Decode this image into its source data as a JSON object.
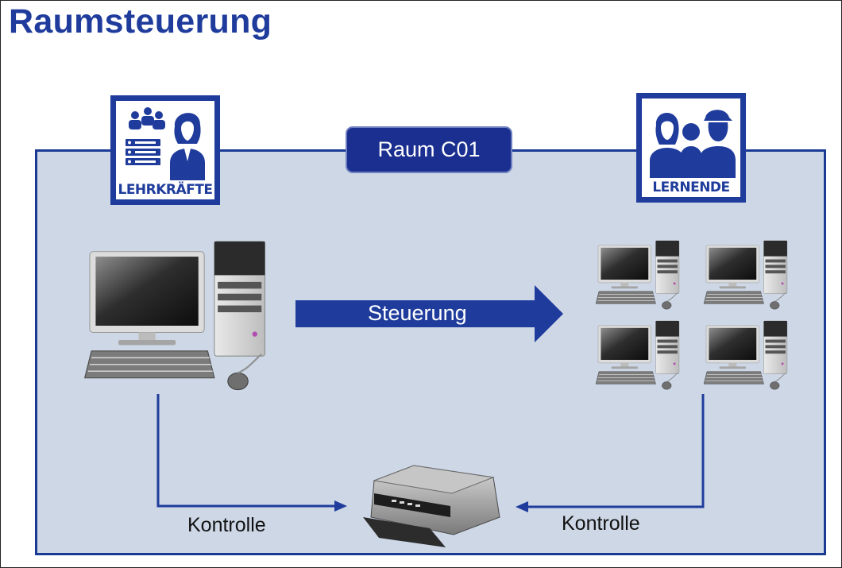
{
  "title": "Raumsteuerung",
  "room": {
    "label": "Raum C01"
  },
  "badges": {
    "teachers": {
      "label": "LEHRKRÄFTE",
      "icon": "teacher-icon"
    },
    "learners": {
      "label": "LERNENDE",
      "icon": "learners-icon"
    }
  },
  "arrows": {
    "control": "Steuerung",
    "check_left": "Kontrolle",
    "check_right": "Kontrolle"
  },
  "devices": {
    "teacher_pc": "desktop-computer-icon",
    "student_pcs": [
      "desktop-computer-icon",
      "desktop-computer-icon",
      "desktop-computer-icon",
      "desktop-computer-icon"
    ],
    "printer": "printer-icon"
  },
  "colors": {
    "primary": "#1f3c9c",
    "room_fill": "#cdd7e6",
    "room_border": "#1a3a94",
    "label_fill": "#1a2f8f"
  }
}
